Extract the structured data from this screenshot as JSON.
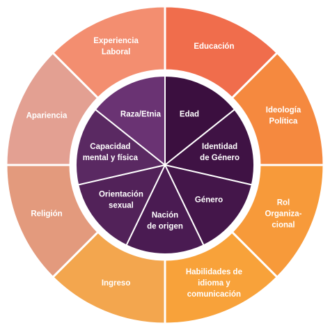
{
  "outer_ring": [
    {
      "lines": [
        "Educación"
      ],
      "color": "#F06D4C"
    },
    {
      "lines": [
        "Ideología",
        "Política"
      ],
      "color": "#F5893F"
    },
    {
      "lines": [
        "Rol",
        "Organiza-",
        "cional"
      ],
      "color": "#F79A3A"
    },
    {
      "lines": [
        "Habilidades de",
        "idioma y",
        "comunicación"
      ],
      "color": "#F8A23A"
    },
    {
      "lines": [
        "Ingreso"
      ],
      "color": "#F3A64E"
    },
    {
      "lines": [
        "Religión"
      ],
      "color": "#E39A7D"
    },
    {
      "lines": [
        "Apariencia"
      ],
      "color": "#E3A092"
    },
    {
      "lines": [
        "Experiencia",
        "Laboral"
      ],
      "color": "#F38E70"
    }
  ],
  "inner_circle": [
    {
      "lines": [
        "Edad"
      ],
      "color": "#3B0F3F"
    },
    {
      "lines": [
        "Identidad",
        "de Género"
      ],
      "color": "#3F1244"
    },
    {
      "lines": [
        "Género"
      ],
      "color": "#44164A"
    },
    {
      "lines": [
        "Nación",
        "de origen"
      ],
      "color": "#4A1B52"
    },
    {
      "lines": [
        "Orientación",
        "sexual"
      ],
      "color": "#522259"
    },
    {
      "lines": [
        "Capacidad",
        "mental y física"
      ],
      "color": "#5A2962"
    },
    {
      "lines": [
        "Raza/Etnia"
      ],
      "color": "#6A3373"
    }
  ]
}
